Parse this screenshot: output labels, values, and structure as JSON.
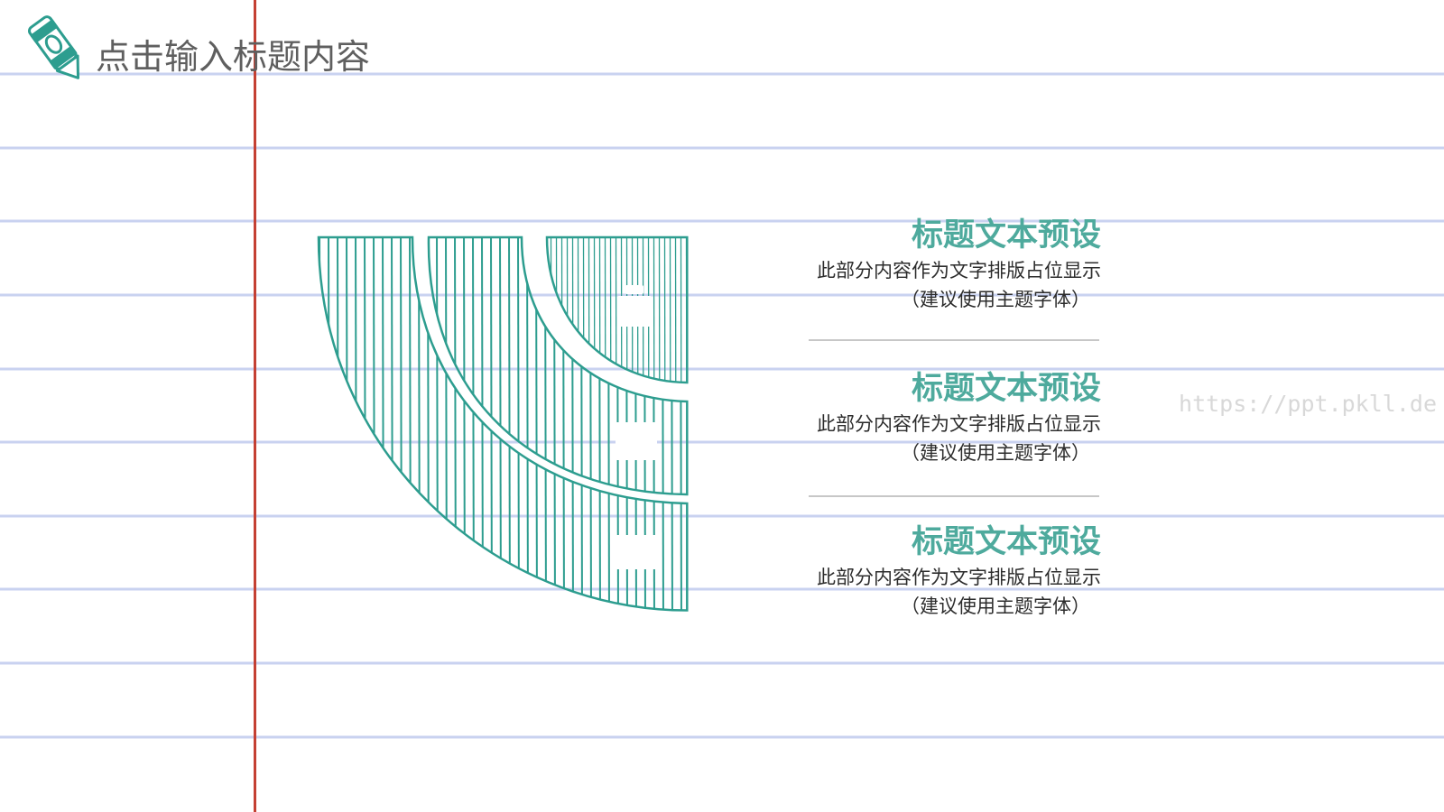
{
  "header": {
    "title": "点击输入标题内容",
    "icon": "crayon-icon"
  },
  "watermark": "https://ppt.pkll.de",
  "colors": {
    "accent": "#2d9d8f",
    "heading": "#4eaa9d",
    "ruled_line": "#c9d2f0",
    "margin_line": "#c44033",
    "title_text": "#5f5f5f",
    "body_text": "#2c2c2c",
    "divider": "#c7c7c7"
  },
  "segments": [
    {
      "icon": "briefcase-icon"
    },
    {
      "icon": "document-icon"
    },
    {
      "icon": "device-icon"
    }
  ],
  "items": [
    {
      "heading": "标题文本预设",
      "line1": "此部分内容作为文字排版占位显示",
      "line2": "（建议使用主题字体）"
    },
    {
      "heading": "标题文本预设",
      "line1": "此部分内容作为文字排版占位显示",
      "line2": "（建议使用主题字体）"
    },
    {
      "heading": "标题文本预设",
      "line1": "此部分内容作为文字排版占位显示",
      "line2": "（建议使用主题字体）"
    }
  ]
}
